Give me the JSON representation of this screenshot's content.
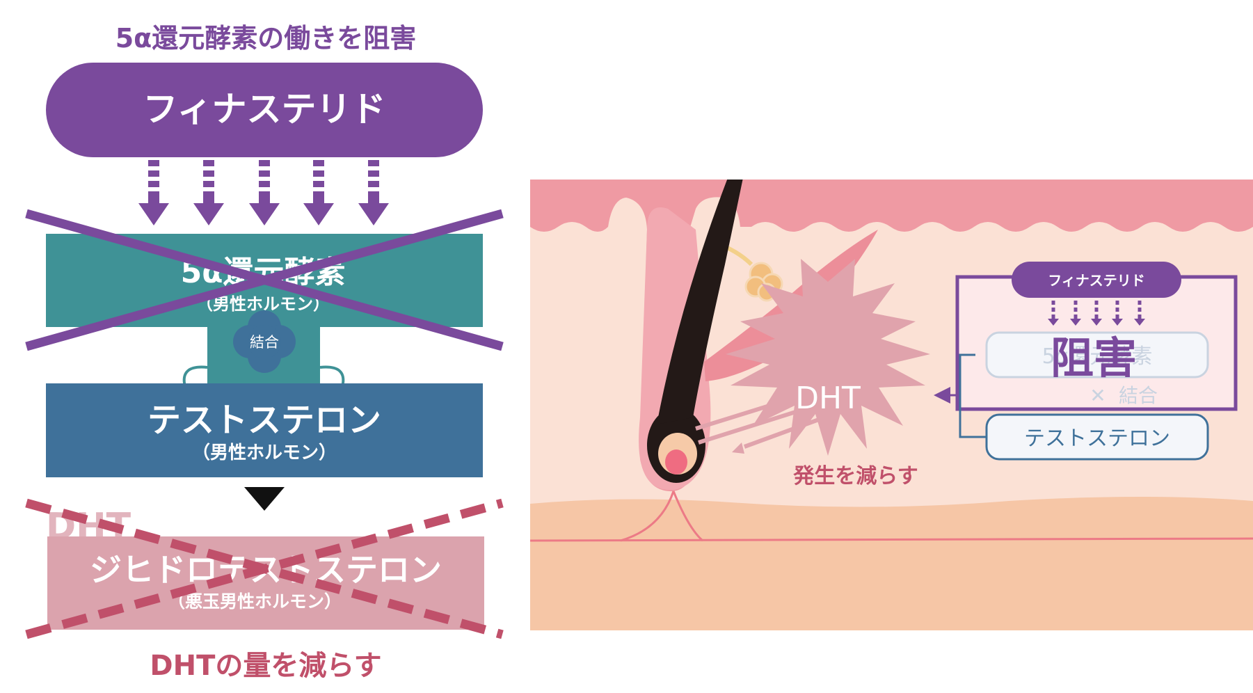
{
  "left": {
    "title": "5α還元酵素の働きを阻害",
    "drug_label": "フィナステリド",
    "enzyme_label": "5α還元酵素",
    "enzyme_sub": "（男性ホルモン）",
    "bind_label": "結合",
    "testosterone_label": "テストステロン",
    "testosterone_sub": "（男性ホルモン）",
    "dht_abbr": "DHT",
    "dht_label": "ジヒドロテストステロン",
    "dht_sub": "（悪玉男性ホルモン）",
    "bottom_caption": "DHTの量を減らす"
  },
  "right": {
    "dht_burst_label": "DHT",
    "reduce_label": "発生を減らす",
    "box_drug_label": "フィナステリド",
    "box_enzyme_label": "5α還元酵素",
    "box_inhibit_label": "阻害",
    "box_cross": "✕",
    "box_bind_label": "結合",
    "box_testosterone_label": "テストステロン"
  },
  "colors": {
    "purple": "#7a4a9c",
    "teal": "#3f9296",
    "blue": "#3f719a",
    "pink_box": "#dba3ad",
    "red_dash": "#c0506a",
    "skin_top": "#ef9aa3",
    "skin_mid": "#fbe1d5",
    "skin_bottom": "#f6c6a6",
    "hair": "#231917"
  }
}
